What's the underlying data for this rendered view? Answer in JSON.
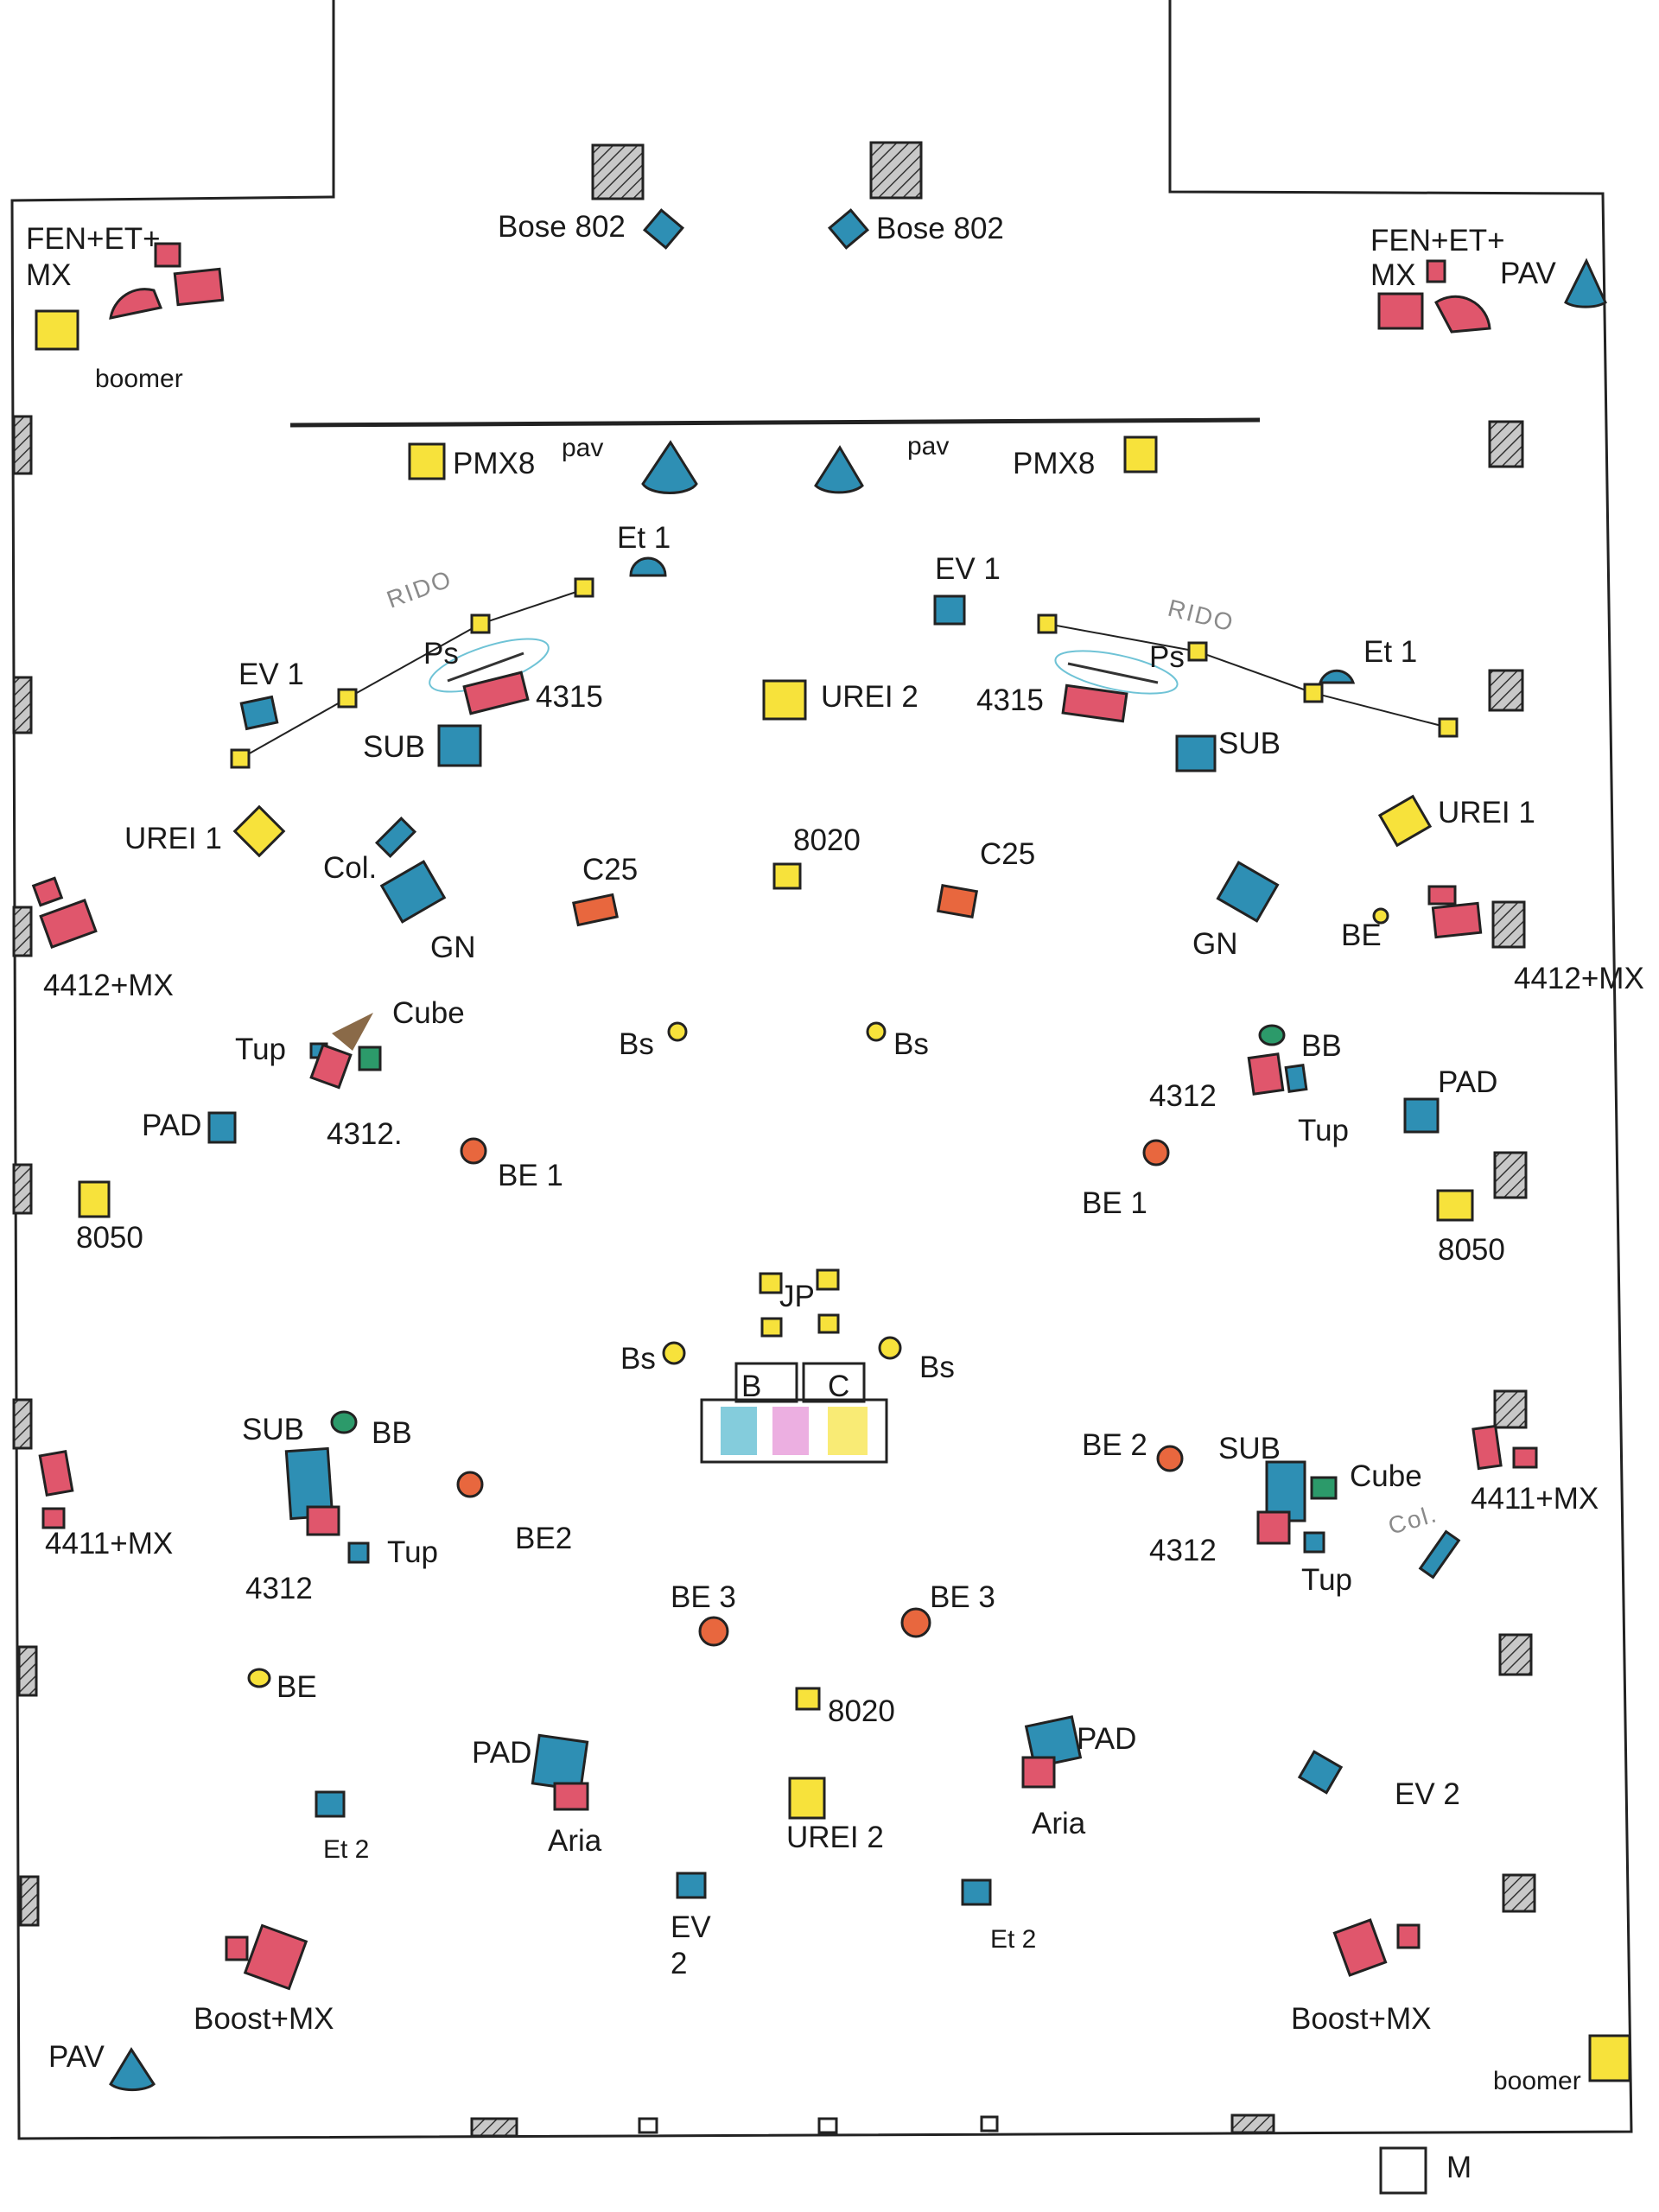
{
  "colors": {
    "blue": "#2e8fb4",
    "red": "#e0566c",
    "yellow": "#f7e23b",
    "orange": "#e8673e",
    "green": "#2c9a6a",
    "brown": "#8a6a48",
    "pink": "#e79bd9",
    "cyan": "#6fc3d6",
    "rido": "#8a8a8a"
  },
  "stage": {
    "b_label": "B",
    "c_label": "C",
    "jp_label": "JP"
  },
  "labels": {
    "bose_left": "Bose 802",
    "bose_right": "Bose 802",
    "fen_left_1": "FEN+ET+",
    "fen_left_2": "MX",
    "fen_right_1": "FEN+ET+",
    "fen_right_2": "MX",
    "pav_top_right": "PAV",
    "boomer_left": "boomer",
    "pmx8_left": "PMX8",
    "pav_left": "pav",
    "pav_right": "pav",
    "pmx8_right": "PMX8",
    "et1_left": "Et 1",
    "ev1_center": "EV 1",
    "rido_left": "RIDO",
    "rido_right": "RIDO",
    "ps_left": "Ps",
    "ps_right": "Ps",
    "ev1_left": "EV 1",
    "et1_right": "Et 1",
    "l4315_left": "4315",
    "urei2_top": "UREI 2",
    "l4315_right": "4315",
    "sub_left": "SUB",
    "sub_right": "SUB",
    "urei1_right": "UREI 1",
    "urei1_left": "UREI 1",
    "l8020_top": "8020",
    "c25_right": "C25",
    "col_left": "Col.",
    "c25_left": "C25",
    "gn_left": "GN",
    "gn_right": "GN",
    "be_right_top": "BE",
    "l4412_left": "4412+MX",
    "l4412_right": "4412+MX",
    "cube_left": "Cube",
    "tup_left": "Tup",
    "bs_top_left": "Bs",
    "bs_top_right": "Bs",
    "bb_right": "BB",
    "l4312_right_top": "4312",
    "pad_right": "PAD",
    "pad_left": "PAD",
    "l4312_left_top": "4312.",
    "tup_right": "Tup",
    "be1_left": "BE 1",
    "be1_right": "BE 1",
    "l8050_left": "8050",
    "l8050_right": "8050",
    "bs_mid_left": "Bs",
    "bs_mid_right": "Bs",
    "sub_lower_left": "SUB",
    "bb_lower_left": "BB",
    "be2_right": "BE 2",
    "sub_lower_right": "SUB",
    "cube_right": "Cube",
    "l4411_right": "4411+MX",
    "col_right": "Col.",
    "l4411_left": "4411+MX",
    "tup_lower_left": "Tup",
    "be2_left": "BE2",
    "l4312_lower_right": "4312",
    "tup_lower_right": "Tup",
    "l4312_lower_left": "4312",
    "be3_left": "BE 3",
    "be3_right": "BE 3",
    "be_lower_left": "BE",
    "l8020_bottom": "8020",
    "pad_lower_right": "PAD",
    "pad_lower_left": "PAD",
    "ev2_right": "EV 2",
    "aria_right": "Aria",
    "et2_left": "Et 2",
    "aria_left": "Aria",
    "urei2_bottom": "UREI 2",
    "ev2_center_1": "EV",
    "ev2_center_2": "2",
    "et2_right": "Et 2",
    "boost_left": "Boost+MX",
    "boost_right": "Boost+MX",
    "pav_bottom_left": "PAV",
    "boomer_right": "boomer",
    "m_label": "M"
  }
}
